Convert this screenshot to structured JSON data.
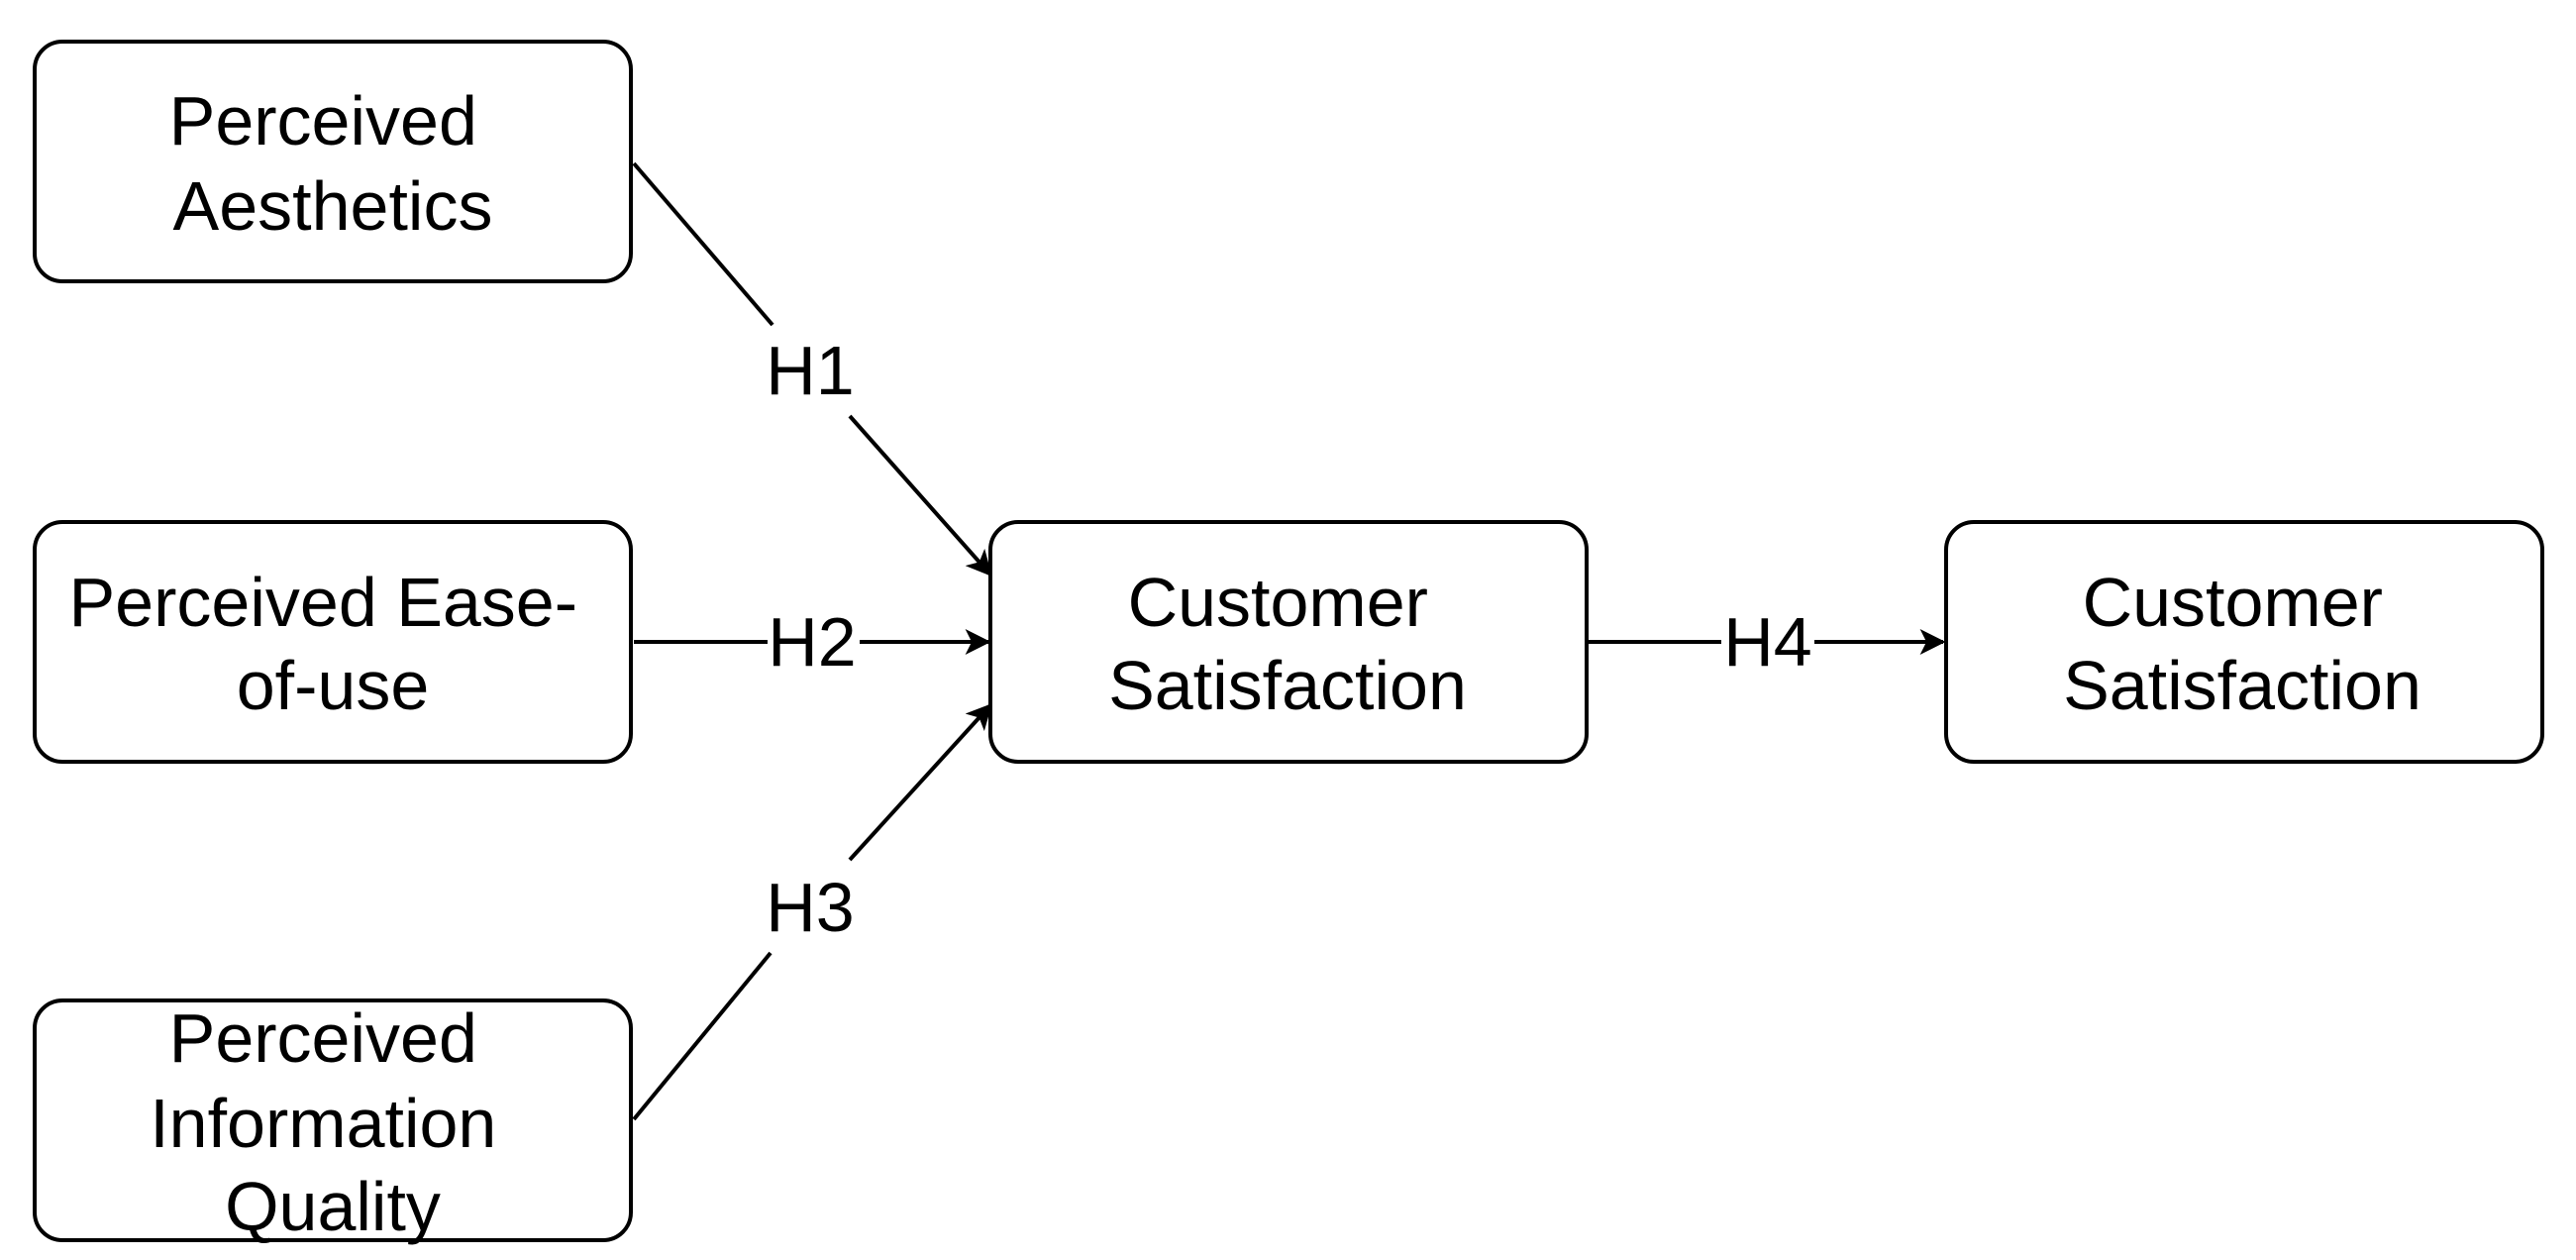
{
  "nodes": {
    "perceived_aesthetics": {
      "lines": [
        "Perceived",
        "Aesthetics"
      ]
    },
    "perceived_ease_of_use": {
      "lines": [
        "Perceived Ease-",
        "of-use"
      ]
    },
    "perceived_information_quality": {
      "lines": [
        "Perceived",
        "Information",
        "Quality"
      ]
    },
    "customer_satisfaction_center": {
      "lines": [
        "Customer",
        "Satisfaction"
      ]
    },
    "customer_satisfaction_right": {
      "lines": [
        "Customer",
        "Satisfaction"
      ]
    }
  },
  "edges": {
    "h1": {
      "label": "H1",
      "from": "perceived_aesthetics",
      "to": "customer_satisfaction_center"
    },
    "h2": {
      "label": "H2",
      "from": "perceived_ease_of_use",
      "to": "customer_satisfaction_center"
    },
    "h3": {
      "label": "H3",
      "from": "perceived_information_quality",
      "to": "customer_satisfaction_center"
    },
    "h4": {
      "label": "H4",
      "from": "customer_satisfaction_center",
      "to": "customer_satisfaction_right"
    }
  },
  "colors": {
    "stroke": "#000000",
    "fill": "#ffffff",
    "text": "#000000"
  }
}
